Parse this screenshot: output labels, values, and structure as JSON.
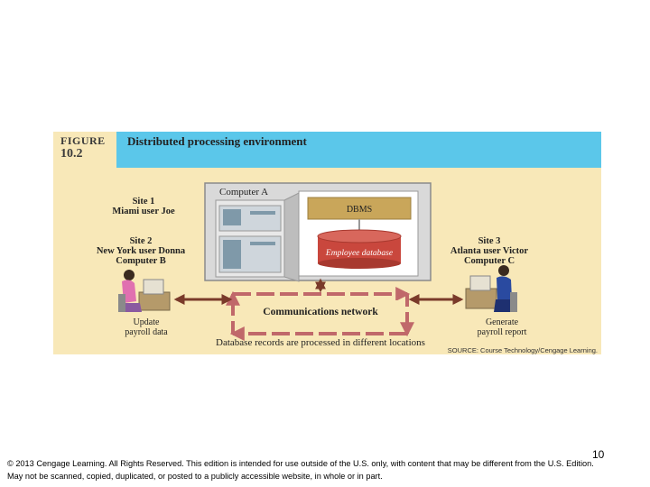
{
  "figure": {
    "label_word": "FIGURE",
    "label_number": "10.2",
    "title": "Distributed processing environment"
  },
  "diagram": {
    "computer_a": {
      "label": "Computer A",
      "dbms_label": "DBMS",
      "database_label": "Employee database"
    },
    "site1": {
      "line1": "Site 1",
      "line2": "Miami user Joe"
    },
    "site2": {
      "line1": "Site 2",
      "line2": "New York user Donna",
      "line3": "Computer B"
    },
    "site3": {
      "line1": "Site 3",
      "line2": "Atlanta user Victor",
      "line3": "Computer C"
    },
    "network_label": "Communications network",
    "site2_action": {
      "line1": "Update",
      "line2": "payroll data"
    },
    "site3_action": {
      "line1": "Generate",
      "line2": "payroll report"
    },
    "caption": "Database records are processed in different locations",
    "source": "SOURCE: Course Technology/Cengage Learning."
  },
  "page": {
    "number": "10",
    "footer_line1": "© 2013 Cengage Learning. All Rights Reserved. This edition is intended for use outside of the U.S. only, with content that may be different from the U.S. Edition.",
    "footer_line2": "May not be scanned, copied, duplicated, or posted to a publicly accessible website, in whole or in part."
  },
  "colors": {
    "header_bar": "#5bc7ea",
    "panel": "#f8e8b8",
    "network_arrow": "#c0686a",
    "database": "#c9473d",
    "dbms": "#c9a65a",
    "link_arrow": "#7a3a2a"
  },
  "icons": [
    "person-at-computer-icon",
    "database-cylinder-icon",
    "server-rack-icon"
  ]
}
